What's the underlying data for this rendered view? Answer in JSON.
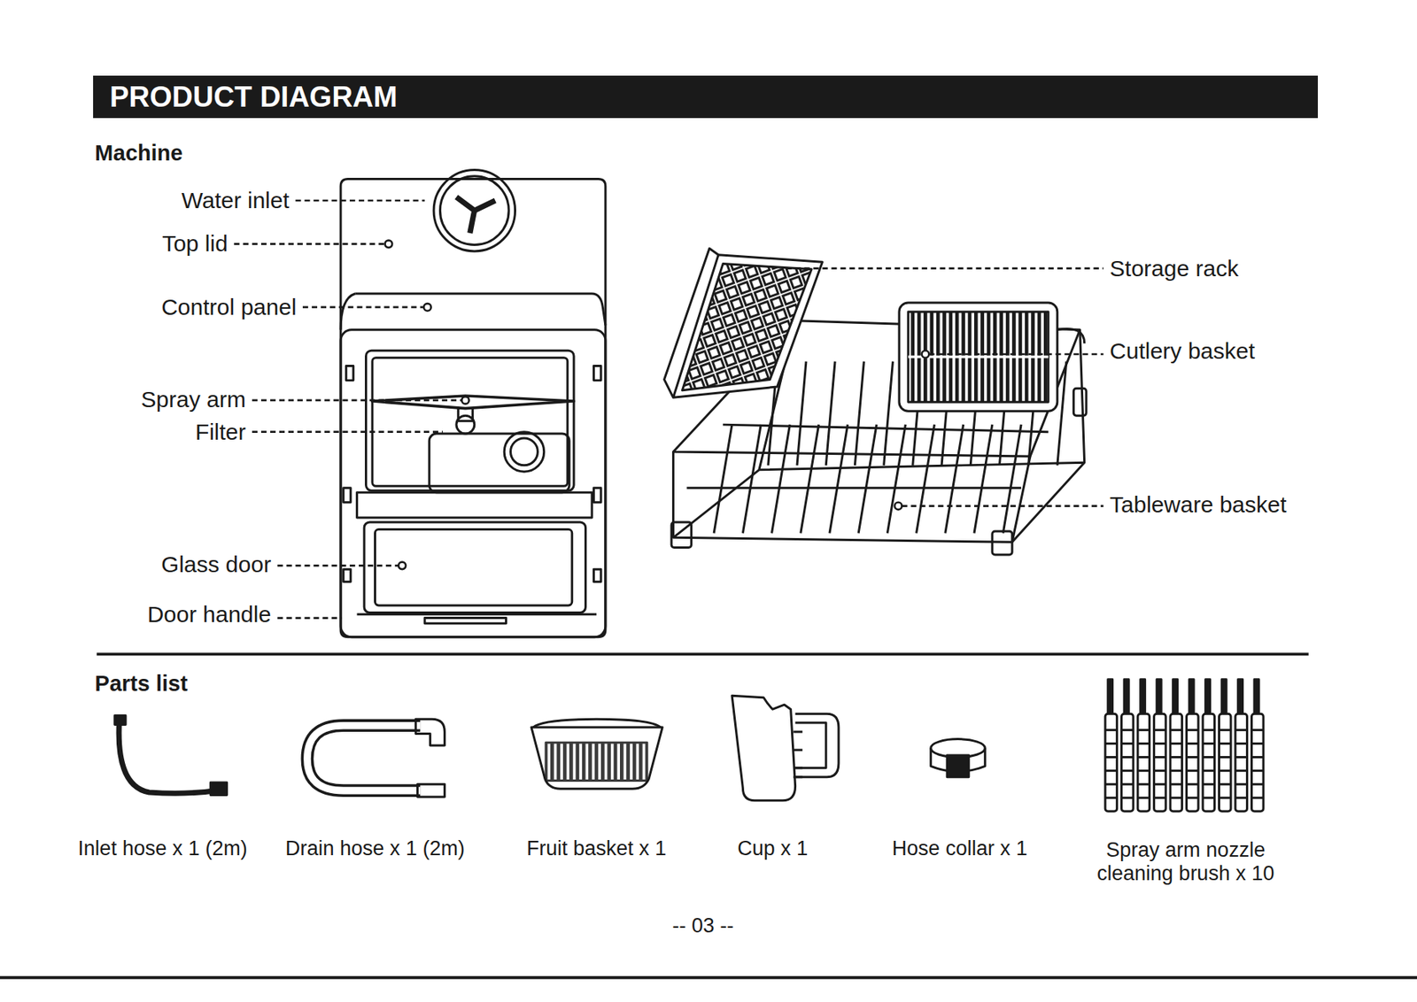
{
  "diagram": {
    "title": "PRODUCT DIAGRAM",
    "labels": [
      "Machine",
      "Water inlet",
      "Top lid",
      "Control panel",
      "Spray arm",
      "Filter",
      "Glass door",
      "Door handle",
      "Storage rack",
      "Cutlery basket",
      "Tableware basket",
      "Parts list",
      "Inlet hose x 1 (2m)",
      "Drain hose x 1 (2m)",
      "Fruit basket x 1",
      "Cup x 1",
      "Hose collar x 1",
      "Spray arm nozzle cleaning brush x 10",
      "-- 03 --"
    ]
  }
}
